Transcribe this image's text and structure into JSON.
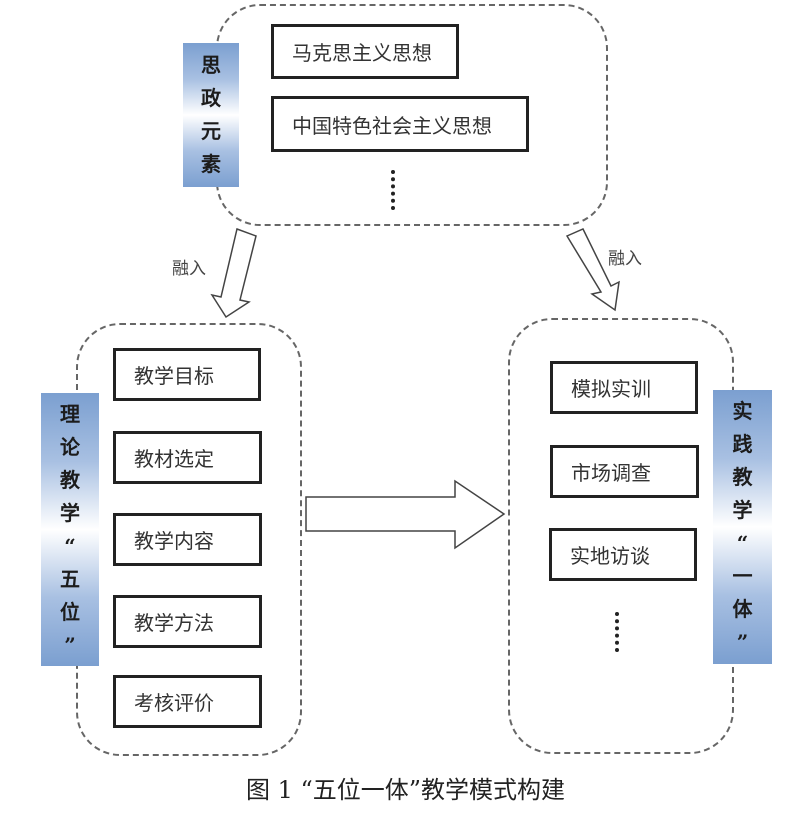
{
  "diagram": {
    "top_group": {
      "label_chars": [
        "思",
        "政",
        "元",
        "素"
      ],
      "label": "思政元素",
      "items": [
        "马克思主义思想",
        "中国特色社会主义思想"
      ],
      "ellipsis": "⋮"
    },
    "left_group": {
      "label_chars": [
        "理",
        "论",
        "教",
        "学",
        "“",
        "五",
        "位",
        "”"
      ],
      "label": "理论教学“五位”",
      "items": [
        "教学目标",
        "教材选定",
        "教学内容",
        "教学方法",
        "考核评价"
      ]
    },
    "right_group": {
      "label_chars": [
        "实",
        "践",
        "教",
        "学",
        "“",
        "一",
        "体",
        "”"
      ],
      "label": "实践教学“一体”",
      "items": [
        "模拟实训",
        "市场调查",
        "实地访谈"
      ],
      "ellipsis": "⋮"
    },
    "connectors": {
      "left_arrow_label": "融入",
      "right_arrow_label": "融入",
      "center_arrow": "theory-to-practice"
    },
    "colors": {
      "label_blue": "#7b9fd0",
      "border": "#222222",
      "dashed": "#666666"
    }
  },
  "caption": "图 1 “五位一体”教学模式构建"
}
